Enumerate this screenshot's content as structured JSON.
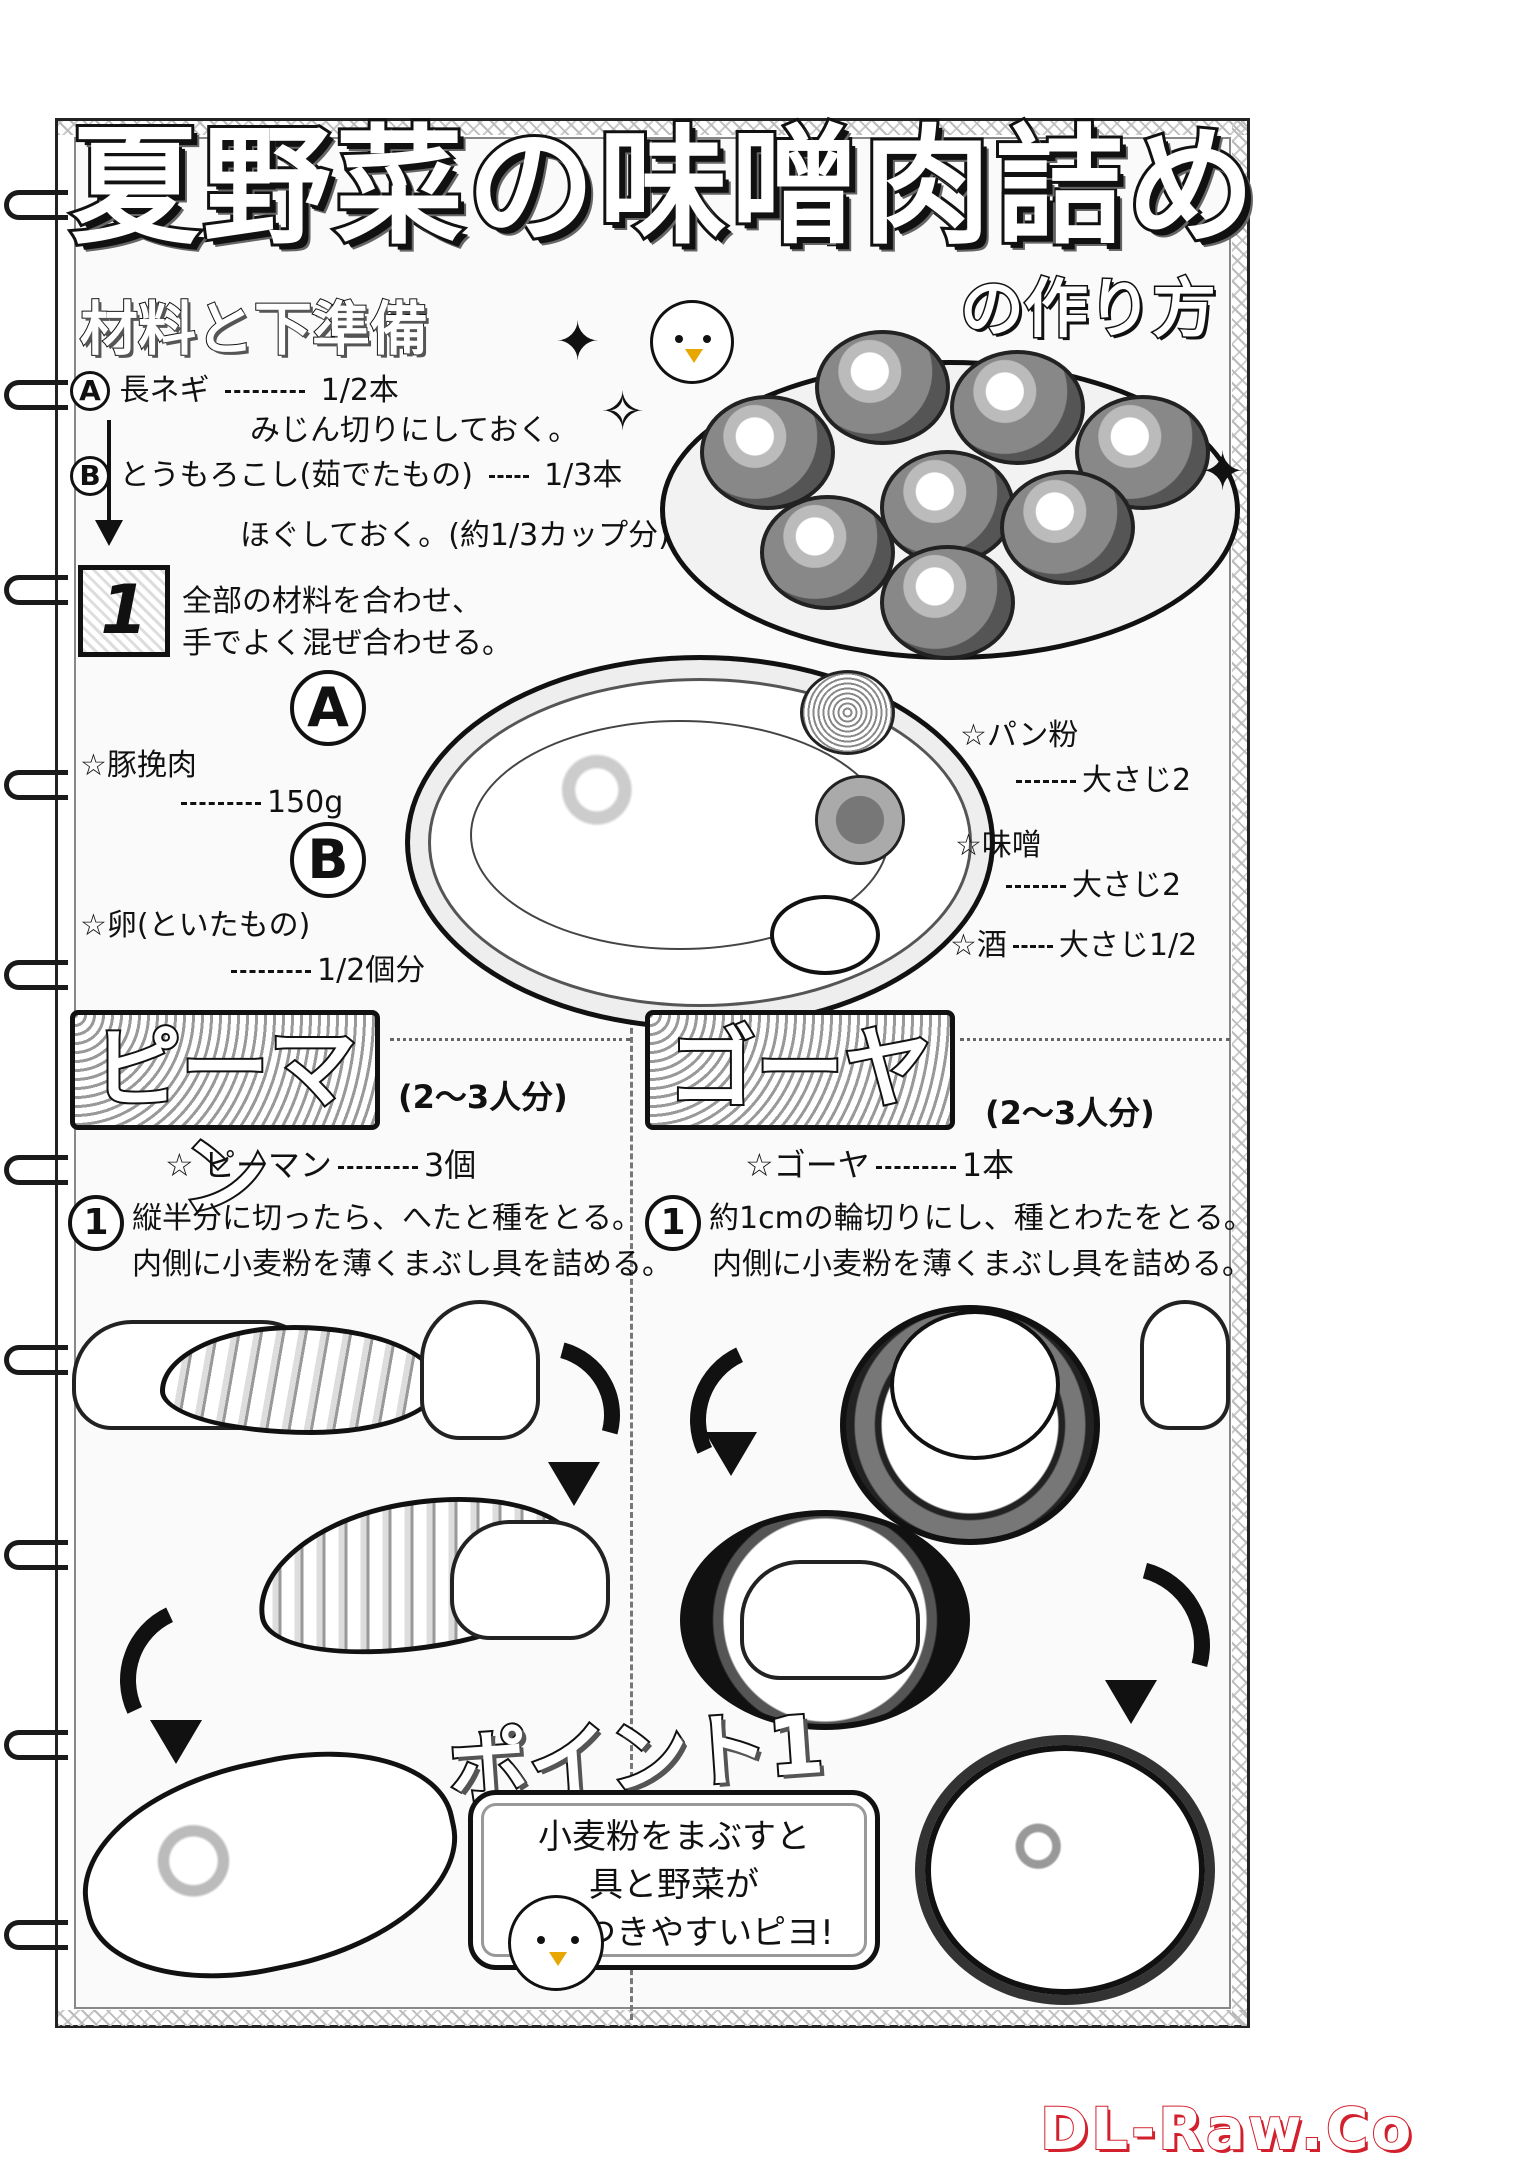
{
  "title": "夏野菜の味噌肉詰め",
  "subtitle": "の作り方",
  "ingredients": {
    "heading": "材料と下準備",
    "a_letter": "A",
    "a_name": "長ネギ",
    "a_amount": "1/2本",
    "a_note": "みじん切りにしておく。",
    "b_letter": "B",
    "b_name": "とうもろこし(茹でたもの)",
    "b_amount": "1/3本",
    "b_note": "ほぐしておく。(約1/3カップ分)"
  },
  "step1": {
    "number": "1",
    "line1": "全部の材料を合わせ、",
    "line2": "手でよく混ぜ合わせる。"
  },
  "mix": {
    "circle_a": "A",
    "circle_b": "B",
    "pork_name": "☆豚挽肉",
    "pork_amount": "150g",
    "egg_name": "☆卵(といたもの)",
    "egg_amount": "1/2個分",
    "panko_name": "☆パン粉",
    "panko_amount": "大さじ2",
    "miso_name": "☆味噌",
    "miso_amount": "大さじ2",
    "sake_name": "☆酒",
    "sake_amount": "大さじ1/2"
  },
  "piman": {
    "title": "ピーマン",
    "serves": "(2〜3人分)",
    "item_name": "☆ ピーマン",
    "item_amount": "3個",
    "step_number": "1",
    "step_line1": "縦半分に切ったら、へたと種をとる。",
    "step_line2": "内側に小麦粉を薄くまぶし具を詰める。"
  },
  "goya": {
    "title": "ゴーヤ",
    "serves": "(2〜3人分)",
    "item_name": "☆ゴーヤ",
    "item_amount": "1本",
    "step_number": "1",
    "step_line1": "約1cmの輪切りにし、種とわたをとる。",
    "step_line2": "内側に小麦粉を薄くまぶし具を詰める。"
  },
  "point": {
    "title": "ポイント1",
    "line1": "小麦粉をまぶすと",
    "line2": "具と野菜が",
    "line3": "くっつきやすいピヨ!"
  },
  "watermark": "DL-Raw.Co"
}
